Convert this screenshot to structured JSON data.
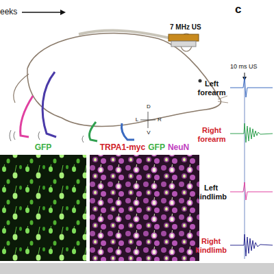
{
  "diagram": {
    "nodes": [
      {
        "text": [
          "GFP"
        ]
      },
      {
        "text": [
          "TRPA1-myc",
          "GFP",
          "NeuN"
        ]
      }
    ],
    "labels": [
      "eeks",
      "7 MHz US",
      "D",
      "L",
      "R",
      "V",
      "c",
      "10 ms US",
      "Left forearm",
      "Right forearm",
      "Left hindlimb",
      "Right hindlimb"
    ]
  }
}
